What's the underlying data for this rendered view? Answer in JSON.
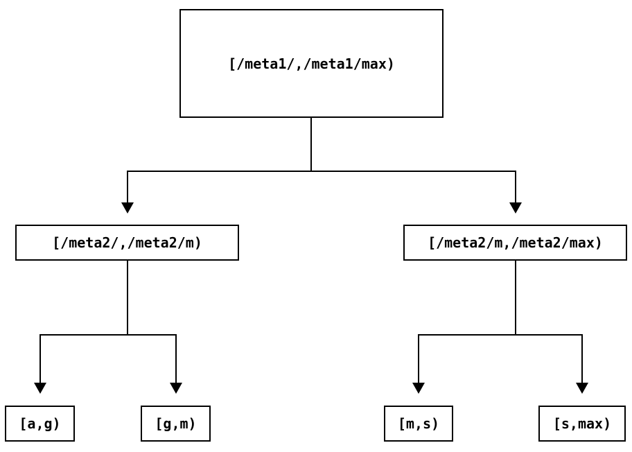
{
  "diagram": {
    "background_color": "#ffffff",
    "line_color": "#000000",
    "nodes": {
      "root": {
        "label": "[/meta1/,/meta1/max)"
      },
      "meta2_left": {
        "label": "[/meta2/,/meta2/m)"
      },
      "meta2_right": {
        "label": "[/meta2/m,/meta2/max)"
      },
      "leaf_ag": {
        "label": "[a,g)"
      },
      "leaf_gm": {
        "label": "[g,m)"
      },
      "leaf_ms": {
        "label": "[m,s)"
      },
      "leaf_smax": {
        "label": "[s,max)"
      }
    },
    "edges": [
      {
        "from": "root",
        "to": "meta2_left"
      },
      {
        "from": "root",
        "to": "meta2_right"
      },
      {
        "from": "meta2_left",
        "to": "leaf_ag"
      },
      {
        "from": "meta2_left",
        "to": "leaf_gm"
      },
      {
        "from": "meta2_right",
        "to": "leaf_ms"
      },
      {
        "from": "meta2_right",
        "to": "leaf_smax"
      }
    ]
  }
}
